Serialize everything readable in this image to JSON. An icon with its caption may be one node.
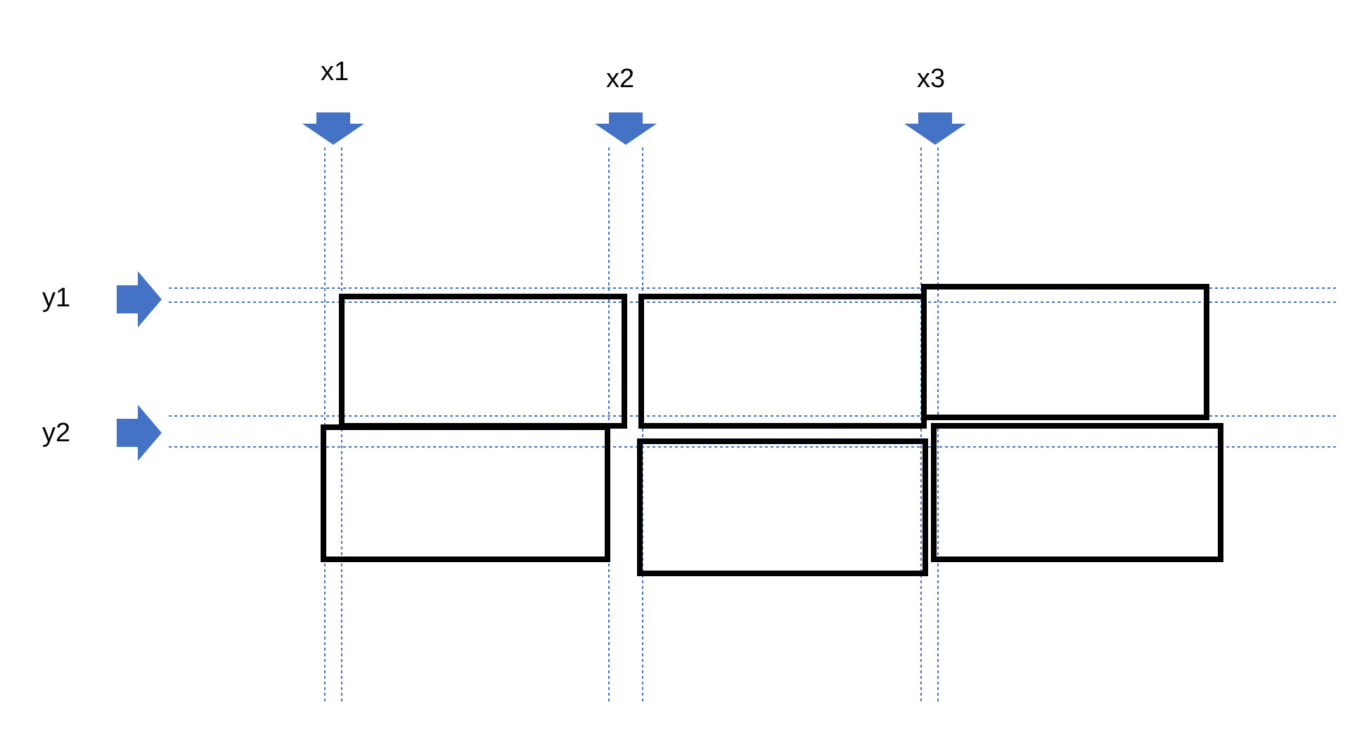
{
  "diagram": {
    "nodes": [
      {
        "text": [],
        "shape": "box"
      },
      {
        "text": [],
        "shape": "box"
      },
      {
        "text": [],
        "shape": "box"
      },
      {
        "text": [],
        "shape": "box"
      },
      {
        "text": [],
        "shape": "box"
      },
      {
        "text": [],
        "shape": "box"
      }
    ],
    "edges": [],
    "labels": [
      "x1",
      "x2",
      "x3",
      "y1",
      "y2"
    ]
  }
}
